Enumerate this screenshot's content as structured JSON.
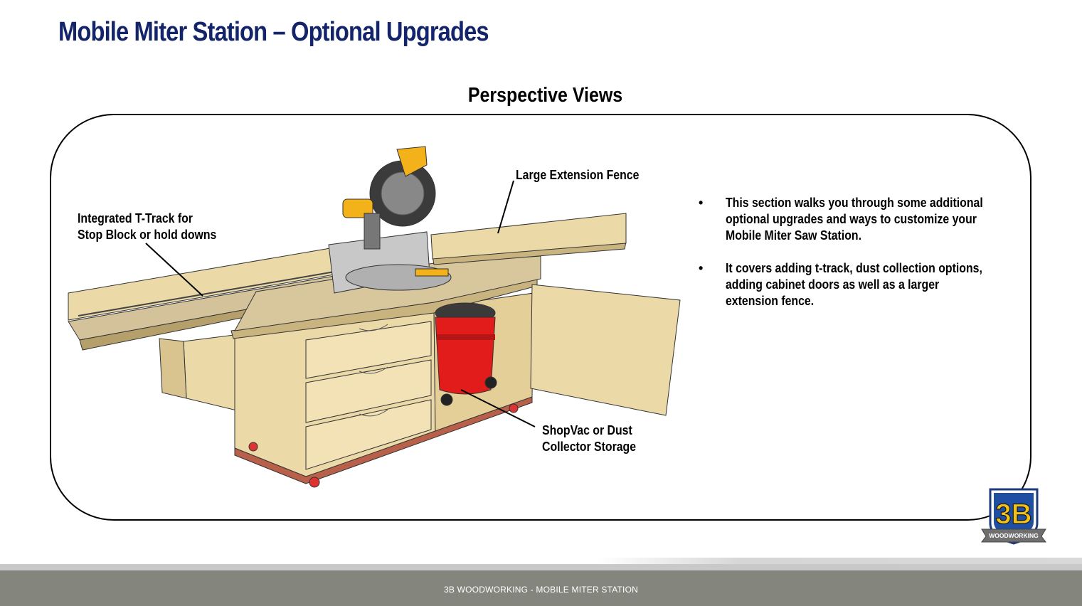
{
  "page": {
    "title": "Mobile Miter Station – Optional Upgrades",
    "subtitle": "Perspective Views"
  },
  "callouts": {
    "ttrack": [
      "Integrated T-Track for",
      "Stop Block or hold downs"
    ],
    "fence": [
      "Large Extension Fence"
    ],
    "shopvac": [
      "ShopVac or Dust",
      "Collector Storage"
    ]
  },
  "bullets": [
    "This section walks you through some additional optional upgrades and ways to customize your Mobile Miter Saw Station.",
    "It covers adding t-track, dust collection options, adding cabinet doors as well as a larger extension fence."
  ],
  "bullet_symbol": "•",
  "logo": {
    "main": "3B",
    "banner": "WOODWORKING"
  },
  "footer": {
    "text": "3B WOODWORKING - MOBILE MITER STATION"
  },
  "colors": {
    "title": "#13246b",
    "plywood": "#ecd9a8",
    "plywood_dark": "#c9b47f",
    "vac_red": "#e21b1b",
    "saw_yellow": "#f3b21a",
    "footer_bar": "#84857c"
  }
}
